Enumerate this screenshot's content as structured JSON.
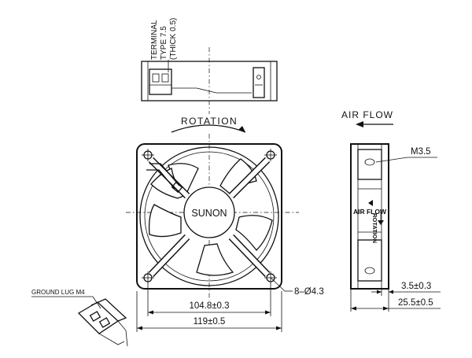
{
  "labels": {
    "terminal_line1": "TERMINAL",
    "terminal_line2": "TYPE 7.5",
    "terminal_line3": "(THICK 0.5)",
    "rotation": "ROTATION",
    "air_flow_title": "AIR FLOW",
    "brand": "SUNON",
    "side_air_flow": "AIR FLOW",
    "side_rotation": "ROTATION",
    "screw": "M3.5",
    "holes": "8–Ø4.3",
    "ground_lug": "GROUND LUG M4"
  },
  "dimensions": {
    "hole_pitch": "104.8±0.3",
    "frame_width": "119±0.5",
    "flange": "3.5±0.3",
    "depth": "25.5±0.5"
  }
}
